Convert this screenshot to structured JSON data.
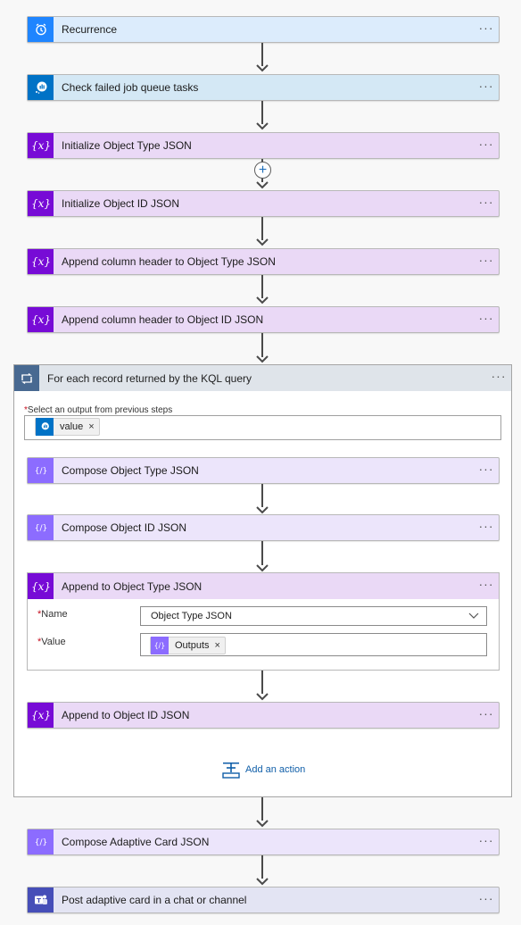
{
  "flow": {
    "recurrence": {
      "title": "Recurrence",
      "more": "···"
    },
    "check_failed": {
      "title": "Check failed job queue tasks",
      "more": "···"
    },
    "init_type": {
      "title": "Initialize Object Type JSON",
      "more": "···"
    },
    "init_id": {
      "title": "Initialize Object ID JSON",
      "more": "···"
    },
    "append_hdr_type": {
      "title": "Append column header to Object Type JSON",
      "more": "···"
    },
    "append_hdr_id": {
      "title": "Append column header to Object ID JSON",
      "more": "···"
    },
    "foreach": {
      "title": "For each record returned by the KQL query",
      "more": "···",
      "output_label": "Select an output from previous steps",
      "required_mark": "*",
      "token_label": "value",
      "token_remove": "×",
      "compose_type": {
        "title": "Compose Object Type JSON",
        "more": "···"
      },
      "compose_id": {
        "title": "Compose Object ID JSON",
        "more": "···"
      },
      "append_type": {
        "title": "Append to Object Type JSON",
        "more": "···",
        "name_label": "Name",
        "name_value": "Object Type JSON",
        "value_label": "Value",
        "value_token": "Outputs",
        "value_token_remove": "×"
      },
      "append_id": {
        "title": "Append to Object ID JSON",
        "more": "···"
      },
      "add_action": "Add an action"
    },
    "compose_card": {
      "title": "Compose Adaptive Card JSON",
      "more": "···"
    },
    "post_card": {
      "title": "Post adaptive card in a chat or channel",
      "more": "···"
    }
  },
  "colors": {
    "recurrence_bg": "#dcecfc",
    "recurrence_icon": "#1f85ff",
    "kusto_bg": "#d4e8f5",
    "kusto_icon": "#0072c6",
    "variable_bg": "#ead9f6",
    "variable_icon": "#770bd6",
    "compose_bg": "#ece5fb",
    "compose_icon": "#8c6cff",
    "loop_header": "#dfe4ea",
    "loop_icon": "#486991",
    "teams_bg": "#e3e4f3",
    "teams_icon": "#464eb8"
  },
  "icons": {
    "recurrence": "alarm-clock-icon",
    "kusto": "kusto-query-icon",
    "variable": "variable-braces-icon",
    "compose": "compose-braces-icon",
    "foreach": "loop-icon",
    "teams": "teams-icon",
    "add_action": "add-action-icon",
    "insert": "plus-icon"
  }
}
